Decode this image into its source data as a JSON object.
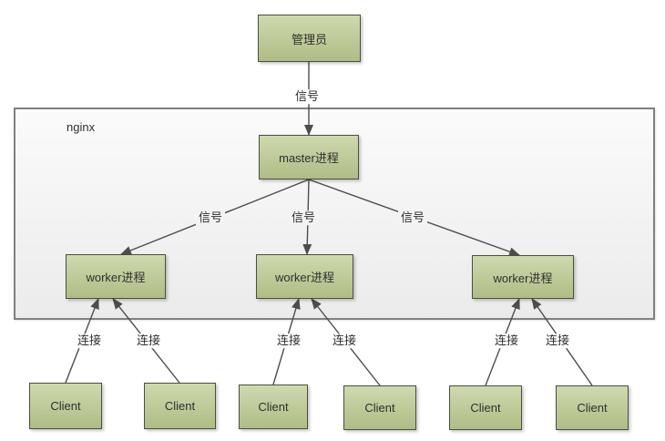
{
  "colors": {
    "canvas-bg": "#ffffff",
    "box-fill": "#bccb8f",
    "box-border": "#4a4f3f",
    "container-fill-top": "#fbfbfb",
    "container-fill-bottom": "#ebebeb",
    "container-border": "#808080",
    "line": "#4d4d4d",
    "text": "#2f2f2f"
  },
  "labels": {
    "container": "nginx",
    "signal_top": "信号",
    "signal_left": "信号",
    "signal_middle": "信号",
    "signal_right": "信号",
    "conn_1": "连接",
    "conn_2": "连接",
    "conn_3": "连接",
    "conn_4": "连接",
    "conn_5": "连接",
    "conn_6": "连接"
  },
  "nodes": {
    "admin": "管理员",
    "master": "master进程",
    "worker_1": "worker进程",
    "worker_2": "worker进程",
    "worker_3": "worker进程",
    "client_1": "Client",
    "client_2": "Client",
    "client_3": "Client",
    "client_4": "Client",
    "client_5": "Client",
    "client_6": "Client"
  }
}
